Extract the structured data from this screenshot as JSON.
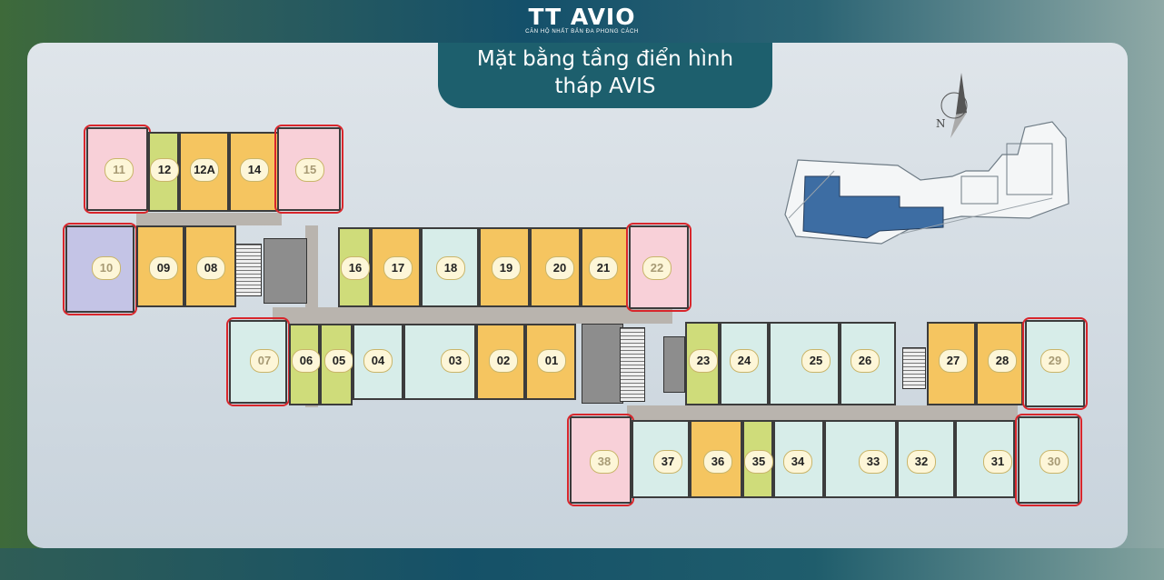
{
  "brand": {
    "logo": "TT AVIO",
    "tagline": "CĂN HỘ NHẤT BẢN ĐA PHONG CÁCH"
  },
  "title": {
    "line1": "Mặt bằng tầng điển hình",
    "line2": "tháp AVIS"
  },
  "compass_label": "N",
  "colors": {
    "yellow": "#f5c560",
    "teal": "#d7ede9",
    "green": "#cfdc7a",
    "pink": "#f8d0d8",
    "violet": "#c4c4e6",
    "highlight": "#d8262c"
  },
  "units": [
    {
      "id": "11",
      "color": "pink",
      "highlighted": true
    },
    {
      "id": "12",
      "color": "green",
      "highlighted": false
    },
    {
      "id": "12A",
      "color": "yellow",
      "highlighted": false
    },
    {
      "id": "14",
      "color": "yellow",
      "highlighted": false
    },
    {
      "id": "15",
      "color": "pink",
      "highlighted": true
    },
    {
      "id": "10",
      "color": "violet",
      "highlighted": true
    },
    {
      "id": "09",
      "color": "yellow",
      "highlighted": false
    },
    {
      "id": "08",
      "color": "yellow",
      "highlighted": false
    },
    {
      "id": "16",
      "color": "green",
      "highlighted": false
    },
    {
      "id": "17",
      "color": "yellow",
      "highlighted": false
    },
    {
      "id": "18",
      "color": "teal",
      "highlighted": false
    },
    {
      "id": "19",
      "color": "yellow",
      "highlighted": false
    },
    {
      "id": "20",
      "color": "yellow",
      "highlighted": false
    },
    {
      "id": "21",
      "color": "yellow",
      "highlighted": false
    },
    {
      "id": "22",
      "color": "pink",
      "highlighted": true
    },
    {
      "id": "07",
      "color": "teal",
      "highlighted": true
    },
    {
      "id": "06",
      "color": "green",
      "highlighted": false
    },
    {
      "id": "05",
      "color": "green",
      "highlighted": false
    },
    {
      "id": "04",
      "color": "teal",
      "highlighted": false
    },
    {
      "id": "03",
      "color": "teal",
      "highlighted": false
    },
    {
      "id": "02",
      "color": "yellow",
      "highlighted": false
    },
    {
      "id": "01",
      "color": "yellow",
      "highlighted": false
    },
    {
      "id": "23",
      "color": "green",
      "highlighted": false
    },
    {
      "id": "24",
      "color": "teal",
      "highlighted": false
    },
    {
      "id": "25",
      "color": "teal",
      "highlighted": false
    },
    {
      "id": "26",
      "color": "teal",
      "highlighted": false
    },
    {
      "id": "27",
      "color": "yellow",
      "highlighted": false
    },
    {
      "id": "28",
      "color": "yellow",
      "highlighted": false
    },
    {
      "id": "29",
      "color": "teal",
      "highlighted": true
    },
    {
      "id": "38",
      "color": "pink",
      "highlighted": true
    },
    {
      "id": "37",
      "color": "teal",
      "highlighted": false
    },
    {
      "id": "36",
      "color": "yellow",
      "highlighted": false
    },
    {
      "id": "35",
      "color": "green",
      "highlighted": false
    },
    {
      "id": "34",
      "color": "teal",
      "highlighted": false
    },
    {
      "id": "33",
      "color": "teal",
      "highlighted": false
    },
    {
      "id": "32",
      "color": "teal",
      "highlighted": false
    },
    {
      "id": "31",
      "color": "teal",
      "highlighted": false
    },
    {
      "id": "30",
      "color": "teal",
      "highlighted": true
    }
  ]
}
